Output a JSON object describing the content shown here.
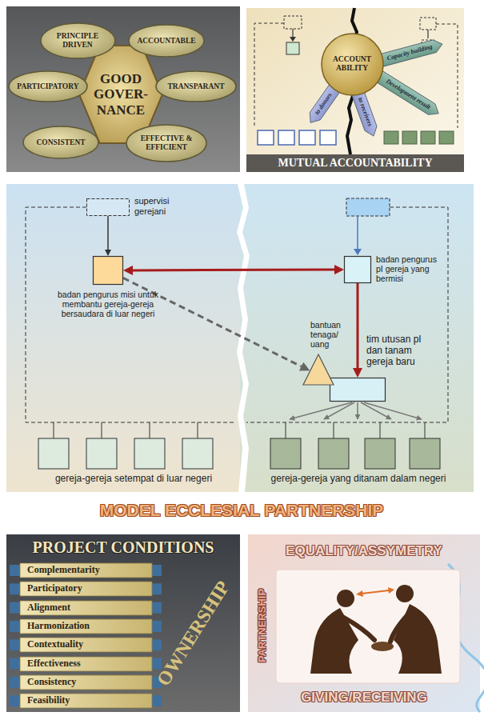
{
  "diagram": {
    "nodes": [
      {
        "text": [
          "PRINCIPLE DRIVEN"
        ]
      },
      {
        "text": [
          "ACCOUNTABLE"
        ]
      },
      {
        "text": [
          "GOOD GOVER- NANCE"
        ]
      },
      {
        "text": [
          "PARTICIPATORY"
        ]
      },
      {
        "text": [
          "TRANSPARANT"
        ]
      },
      {
        "text": [
          "CONSISTENT"
        ]
      },
      {
        "text": [
          "EFFECTIVE & EFFICIENT"
        ]
      },
      {
        "text": [
          "ACCOUNT ABILITY"
        ]
      },
      {
        "text": [
          "Capacity building"
        ]
      },
      {
        "text": [
          "Development result"
        ]
      },
      {
        "text": [
          "to donors"
        ]
      },
      {
        "text": [
          "to receivers"
        ]
      },
      {
        "text": [
          "supervisi gerejani"
        ]
      },
      {
        "text": [
          "badan pengurus misi untuk membantu gereja-gereja bersaudara di luar negeri"
        ]
      },
      {
        "text": [
          "badan pengurus pI gereja yang bermisi"
        ]
      },
      {
        "text": [
          "bantuan tenaga/ uang"
        ]
      },
      {
        "text": [
          "tim utusan pI dan tanam gereja baru"
        ]
      },
      {
        "text": [
          "Complementarity"
        ]
      },
      {
        "text": [
          "Participatory"
        ]
      },
      {
        "text": [
          "Alignment"
        ]
      },
      {
        "text": [
          "Harmonization"
        ]
      },
      {
        "text": [
          "Contextuality"
        ]
      },
      {
        "text": [
          "Effectiveness"
        ]
      },
      {
        "text": [
          "Consistency"
        ]
      },
      {
        "text": [
          "Feasibility"
        ]
      }
    ],
    "edges": [
      {
        "from": 12,
        "to": 13,
        "arrow": "to"
      },
      {
        "from": 13,
        "to": 14,
        "arrow": "both"
      },
      {
        "from": 14,
        "to": 16,
        "arrow": "to"
      },
      {
        "from": 13,
        "to": 15,
        "arrow": "to"
      }
    ],
    "labels": [
      "MUTUAL ACCOUNTABILITY",
      "gereja-gereja setempat di luar negeri",
      "gereja-gereja yang ditanam dalam negeri",
      "MODEL ECCLESIAL PARTNERSHIP",
      "PROJECT CONDITIONS",
      "OWNERSHIP",
      "EQUALITY/ASSYMETRY",
      "PARTNERSHIP",
      "GIVING/RECEIVING"
    ]
  }
}
